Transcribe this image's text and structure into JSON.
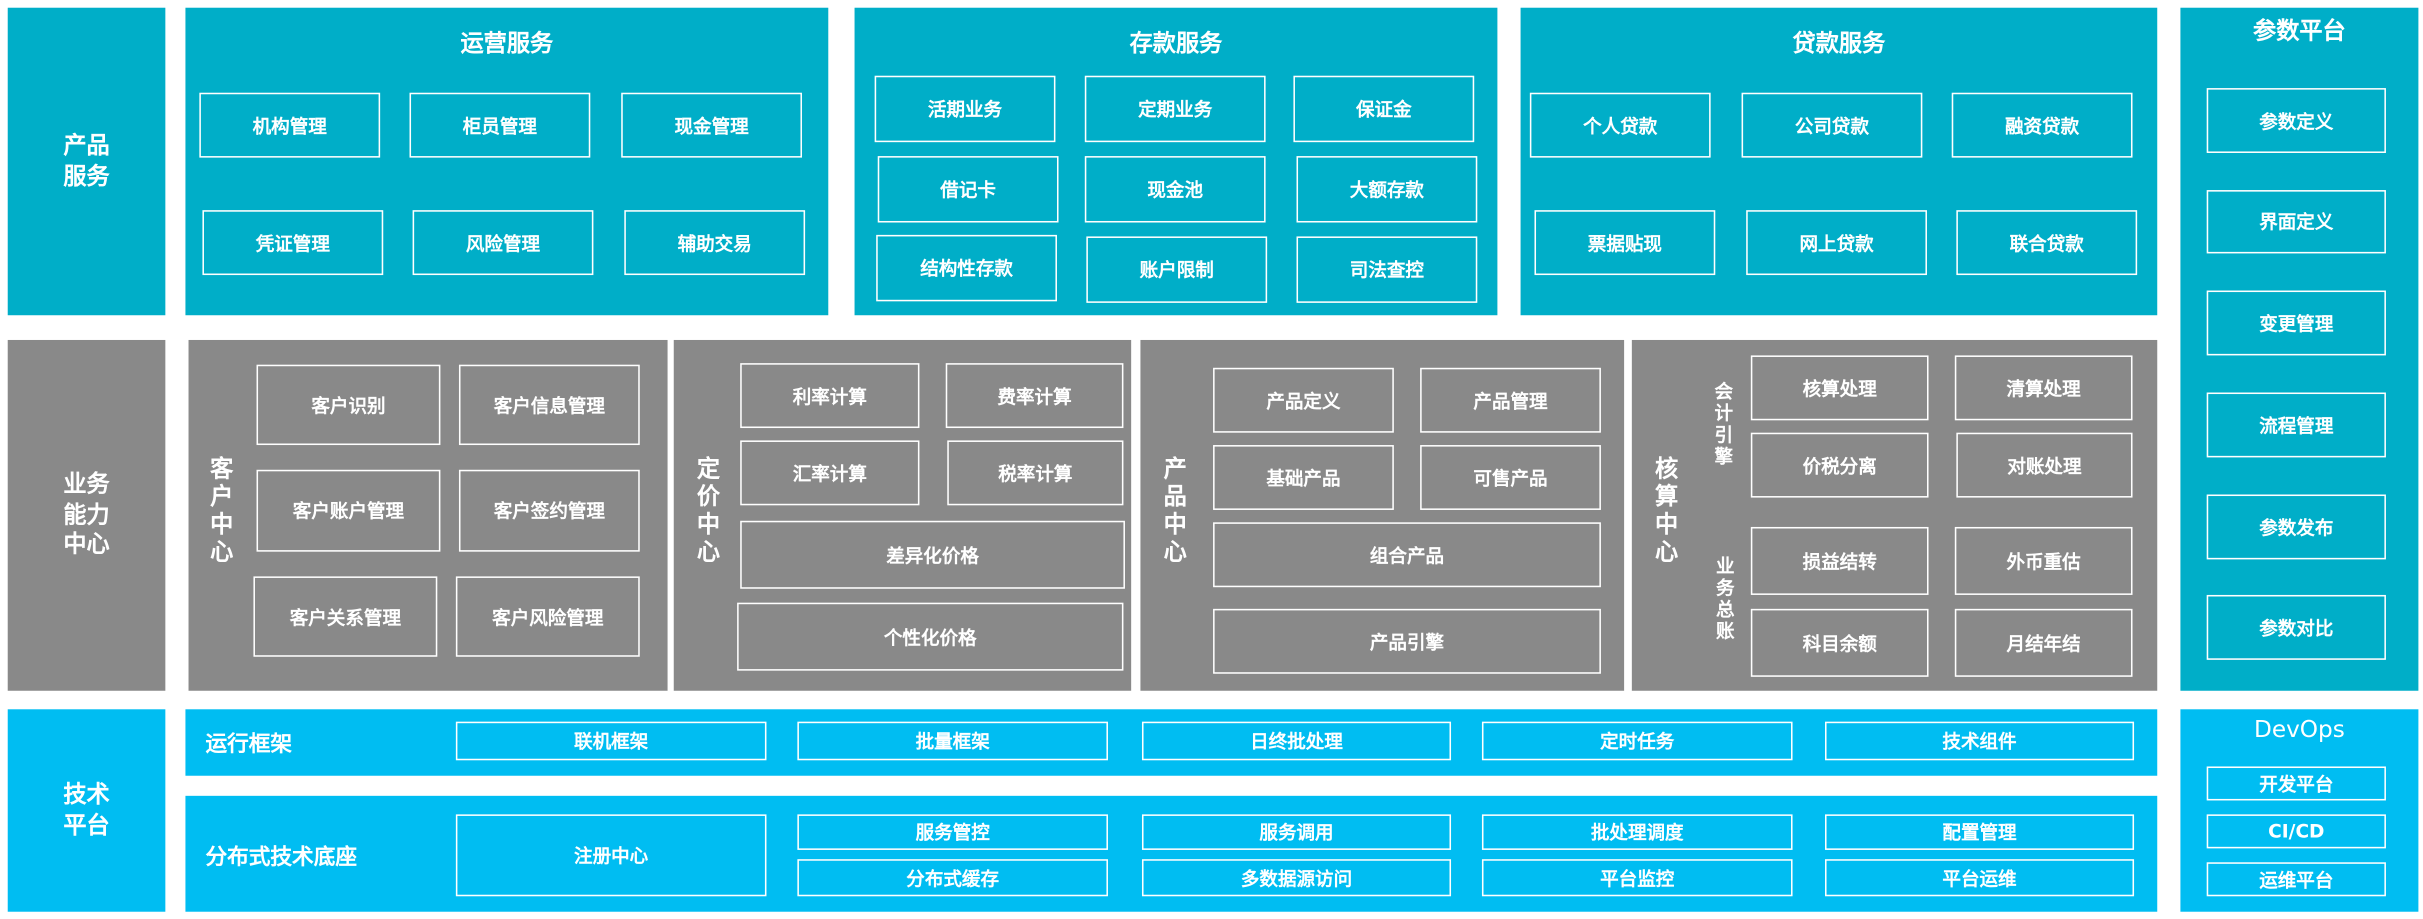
{
  "colors": {
    "product": "#00aec8",
    "capability": "#898989",
    "tech": "#00bdf2",
    "text": "#ffffff"
  },
  "layers": {
    "product": "产品\n服务",
    "capability": "业务\n能力\n中心",
    "tech": "技术\n平台"
  },
  "product_services": {
    "operations": {
      "title": "运营服务",
      "items": [
        "机构管理",
        "柜员管理",
        "现金管理",
        "凭证管理",
        "风险管理",
        "辅助交易"
      ]
    },
    "deposits": {
      "title": "存款服务",
      "items": [
        "活期业务",
        "定期业务",
        "保证金",
        "借记卡",
        "现金池",
        "大额存款",
        "结构性存款",
        "账户限制",
        "司法查控"
      ]
    },
    "loans": {
      "title": "贷款服务",
      "items": [
        "个人贷款",
        "公司贷款",
        "融资贷款",
        "票据贴现",
        "网上贷款",
        "联合贷款"
      ]
    }
  },
  "parameter_platform": {
    "title": "参数平台",
    "items": [
      "参数定义",
      "界面定义",
      "变更管理",
      "流程管理",
      "参数发布",
      "参数对比"
    ]
  },
  "capability_centers": {
    "customer": {
      "title": "客户中心",
      "items": [
        "客户识别",
        "客户信息管理",
        "客户账户管理",
        "客户签约管理",
        "客户关系管理",
        "客户风险管理"
      ]
    },
    "pricing": {
      "title": "定价中心",
      "items": [
        "利率计算",
        "费率计算",
        "汇率计算",
        "税率计算",
        "差异化价格",
        "个性化价格"
      ]
    },
    "product": {
      "title": "产品中心",
      "items": [
        "产品定义",
        "产品管理",
        "基础产品",
        "可售产品",
        "组合产品",
        "产品引擎"
      ]
    },
    "accounting": {
      "title": "核算中心",
      "groups": [
        "会计引擎",
        "业务总账"
      ],
      "items": [
        "核算处理",
        "清算处理",
        "价税分离",
        "对账处理",
        "损益结转",
        "外币重估",
        "科目余额",
        "月结年结"
      ]
    }
  },
  "tech_platform": {
    "runtime": {
      "title": "运行框架",
      "items": [
        "联机框架",
        "批量框架",
        "日终批处理",
        "定时任务",
        "技术组件"
      ]
    },
    "distributed": {
      "title": "分布式技术底座",
      "items": [
        "注册中心",
        "服务管控",
        "服务调用",
        "批处理调度",
        "配置管理",
        "分布式缓存",
        "多数据源访问",
        "平台监控",
        "平台运维"
      ]
    }
  },
  "devops": {
    "title": "DevOps",
    "items": [
      "开发平台",
      "CI/CD",
      "运维平台"
    ]
  }
}
